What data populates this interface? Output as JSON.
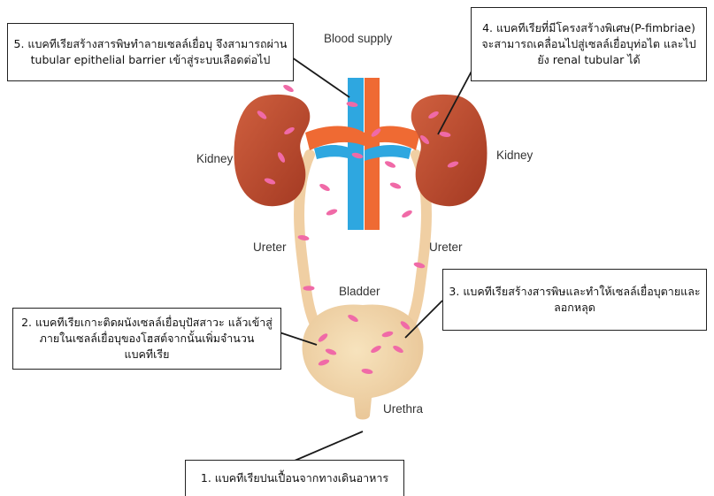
{
  "labels": {
    "blood_supply": "Blood supply",
    "kidney_left": "Kidney",
    "kidney_right": "Kidney",
    "ureter_left": "Ureter",
    "ureter_right": "Ureter",
    "bladder": "Bladder",
    "urethra": "Urethra"
  },
  "callouts": {
    "step1": "1.  แบคทีเรียปนเปื้อนจากทางเดินอาหาร",
    "step2": "2. แบคทีเรียเกาะติดผนังเซลล์เยื่อบุปัสสาวะ แล้วเข้าสู่ภายในเซลล์เยื่อบุของโฮสต์จากนั้นเพิ่มจำนวนแบคทีเรีย",
    "step3": "3. แบคทีเรียสร้างสารพิษและทำให้เซลล์เยื่อบุตายและลอกหลุด",
    "step4": "4. แบคทีเรียที่มีโครงสร้างพิเศษ(P-fimbriae) จะสามารถเคลื่อนไปสู่เซลล์เยื่อบุท่อไต และไปยัง renal tubular ได้",
    "step5": "5. แบคทีเรียสร้างสารพิษทำลายเซลล์เยื่อบุ จึงสามารถผ่าน tubular epithelial barrier เข้าสู่ระบบเลือดต่อไป"
  },
  "colors": {
    "kidney": "#c8553a",
    "kidney_dark": "#a83c26",
    "artery": "#ef6a33",
    "vein": "#2ea7e0",
    "urinary_tract": "#f0d1a8",
    "bladder": "#f2d6a8",
    "bacteria": "#f06aa7"
  }
}
